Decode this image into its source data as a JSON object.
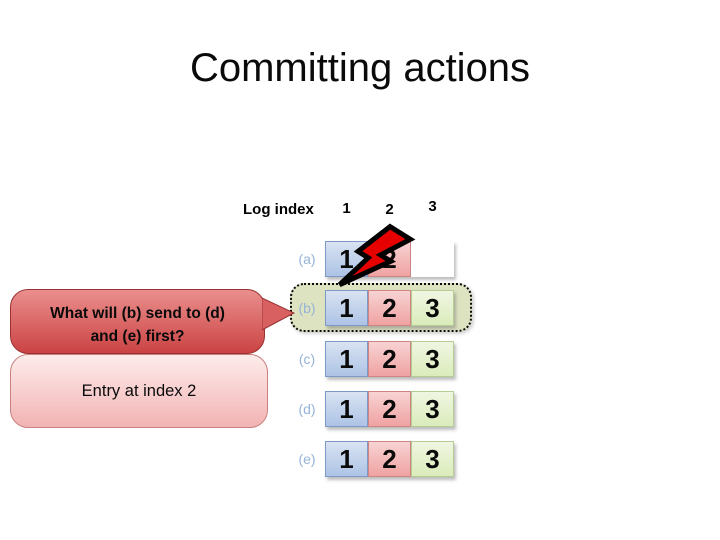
{
  "slide": {
    "title": "Committing actions"
  },
  "log_panel": {
    "header_label": "Log index",
    "column_headers": [
      "1",
      "2",
      "3"
    ],
    "rows": [
      {
        "label": "(a)",
        "entries": [
          "1",
          "2"
        ],
        "crashed": true,
        "highlighted": false
      },
      {
        "label": "(b)",
        "entries": [
          "1",
          "2",
          "3"
        ],
        "crashed": false,
        "highlighted": true
      },
      {
        "label": "(c)",
        "entries": [
          "1",
          "2",
          "3"
        ],
        "crashed": false,
        "highlighted": false
      },
      {
        "label": "(d)",
        "entries": [
          "1",
          "2",
          "3"
        ],
        "crashed": false,
        "highlighted": false
      },
      {
        "label": "(e)",
        "entries": [
          "1",
          "2",
          "3"
        ],
        "crashed": false,
        "highlighted": false
      }
    ]
  },
  "callouts": {
    "question_line1": "What will (b) send to (d)",
    "question_line2": "and (e) first?",
    "answer": "Entry at index 2"
  },
  "icons": {
    "crash_icon": "lightning-bolt"
  },
  "colors": {
    "term1_cell": "#adc3e5",
    "term2_cell": "#efa2a2",
    "term3_cell": "#dbecbb",
    "row_label": "#95b3d7",
    "highlight_bg": "#dde3c1",
    "question_callout": "#cb4343",
    "answer_callout": "#f2b3b3",
    "bolt_fill": "#e60000"
  }
}
